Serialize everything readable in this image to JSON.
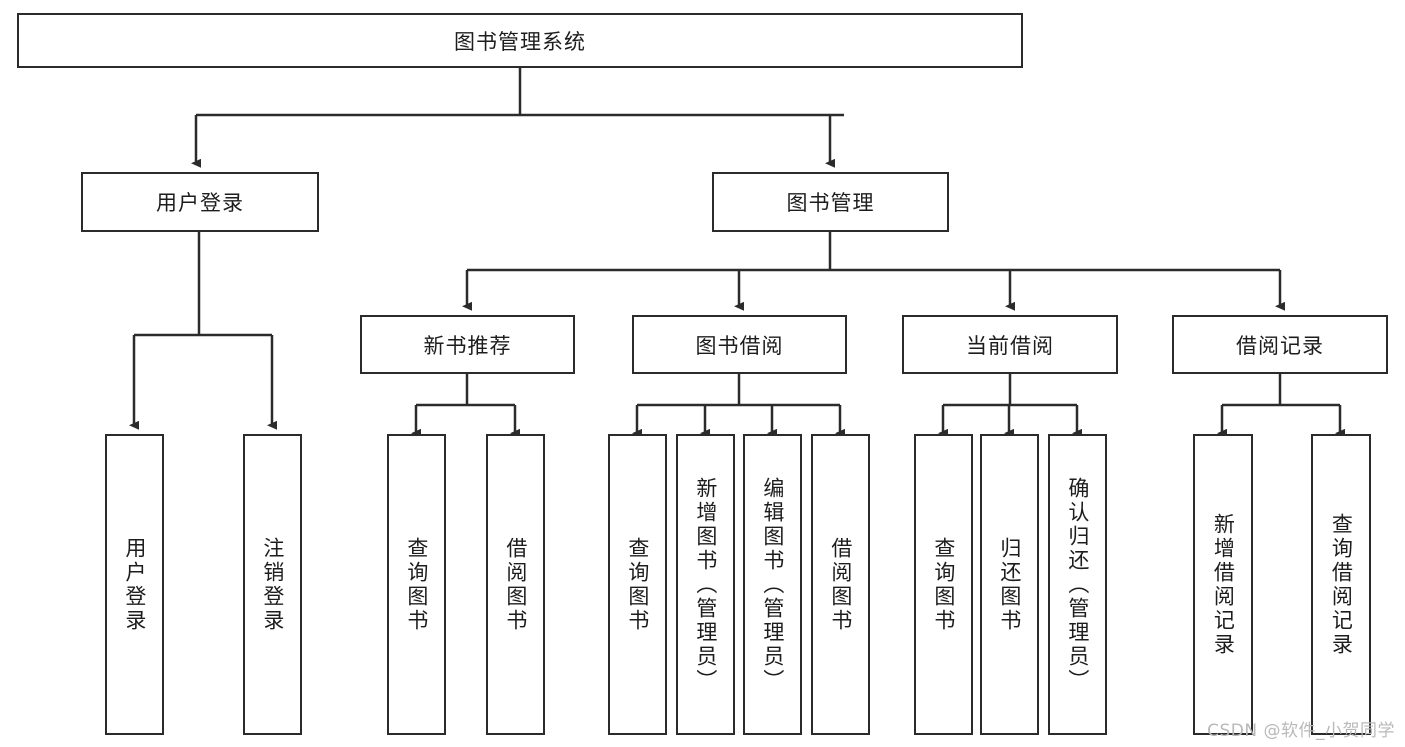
{
  "diagram": {
    "title": "图书管理系统",
    "type": "tree-hierarchy",
    "root": {
      "label": "图书管理系统"
    },
    "level2": [
      {
        "label": "用户登录"
      },
      {
        "label": "图书管理"
      }
    ],
    "level3": [
      {
        "label": "新书推荐"
      },
      {
        "label": "图书借阅"
      },
      {
        "label": "当前借阅"
      },
      {
        "label": "借阅记录"
      }
    ],
    "leaves": {
      "user_login": [
        {
          "label": "用户登录"
        },
        {
          "label": "注销登录"
        }
      ],
      "new_book_recommend": [
        {
          "label": "查询图书"
        },
        {
          "label": "借阅图书"
        }
      ],
      "book_borrow": [
        {
          "label": "查询图书"
        },
        {
          "label": "新增图书（管理员）"
        },
        {
          "label": "编辑图书（管理员）"
        },
        {
          "label": "借阅图书"
        }
      ],
      "current_borrow": [
        {
          "label": "查询图书"
        },
        {
          "label": "归还图书"
        },
        {
          "label": "确认归还（管理员）"
        }
      ],
      "borrow_record": [
        {
          "label": "新增借阅记录"
        },
        {
          "label": "查询借阅记录"
        }
      ]
    }
  },
  "watermark": {
    "text": "CSDN @软件_小贺同学"
  },
  "colors": {
    "stroke": "#2b2b2b",
    "text": "#1d1d1d",
    "background": "#ffffff",
    "watermark": "#b9b9b9"
  }
}
